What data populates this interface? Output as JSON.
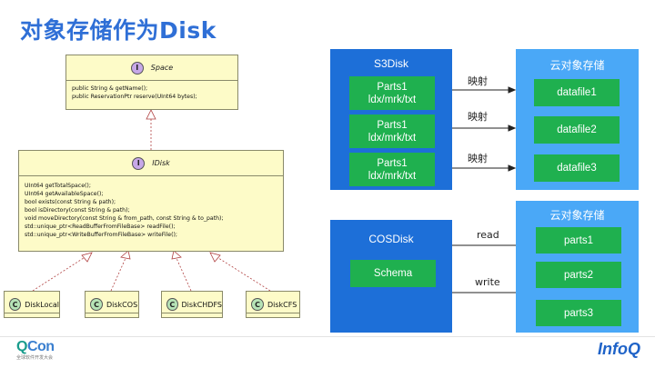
{
  "slide": {
    "title": "对象存储作为Disk"
  },
  "uml": {
    "space": {
      "badge": "I",
      "name": "Space",
      "methods": [
        "public String & getName();",
        "public ReservationPtr reserve(UInt64 bytes);"
      ]
    },
    "idisk": {
      "badge": "I",
      "name": "IDisk",
      "methods": [
        "UInt64 getTotalSpace();",
        "UInt64 getAvailableSpace();",
        "bool exists(const String & path);",
        "bool isDirectory(const String & path);",
        "void moveDirectory(const String & from_path, const String & to_path);",
        "std::unique_ptr<ReadBufferFromFileBase> readFile();",
        "std::unique_ptr<WriteBufferFromFileBase> writeFile();"
      ]
    },
    "classes": [
      {
        "badge": "C",
        "name": "DiskLocal"
      },
      {
        "badge": "C",
        "name": "DiskCOS"
      },
      {
        "badge": "C",
        "name": "DiskCHDFS"
      },
      {
        "badge": "C",
        "name": "DiskCFS"
      }
    ]
  },
  "s3disk": {
    "title": "S3Disk",
    "parts": [
      {
        "line1": "Parts1",
        "line2": "ldx/mrk/txt"
      },
      {
        "line1": "Parts1",
        "line2": "ldx/mrk/txt"
      },
      {
        "line1": "Parts1",
        "line2": "ldx/mrk/txt"
      }
    ],
    "arrows": [
      "映射",
      "映射",
      "映射"
    ],
    "storage": {
      "title": "云对象存储",
      "files": [
        "datafile1",
        "datafile2",
        "datafile3"
      ]
    }
  },
  "cosdisk": {
    "title": "COSDisk",
    "schema": "Schema",
    "arrows": [
      "read",
      "write"
    ],
    "storage": {
      "title": "云对象存储",
      "parts": [
        "parts1",
        "parts2",
        "parts3"
      ]
    }
  },
  "footer": {
    "qcon_logo_q": "Q",
    "qcon_logo_rest": "Con",
    "qcon_sub": "全球软件开发大会",
    "infoq": "InfoQ"
  },
  "colors": {
    "title": "#2f6fd6",
    "panel_dark": "#1d6fd8",
    "panel_light": "#4aa8f7",
    "green": "#1fb04f",
    "uml_fill": "#fdfbc8"
  }
}
